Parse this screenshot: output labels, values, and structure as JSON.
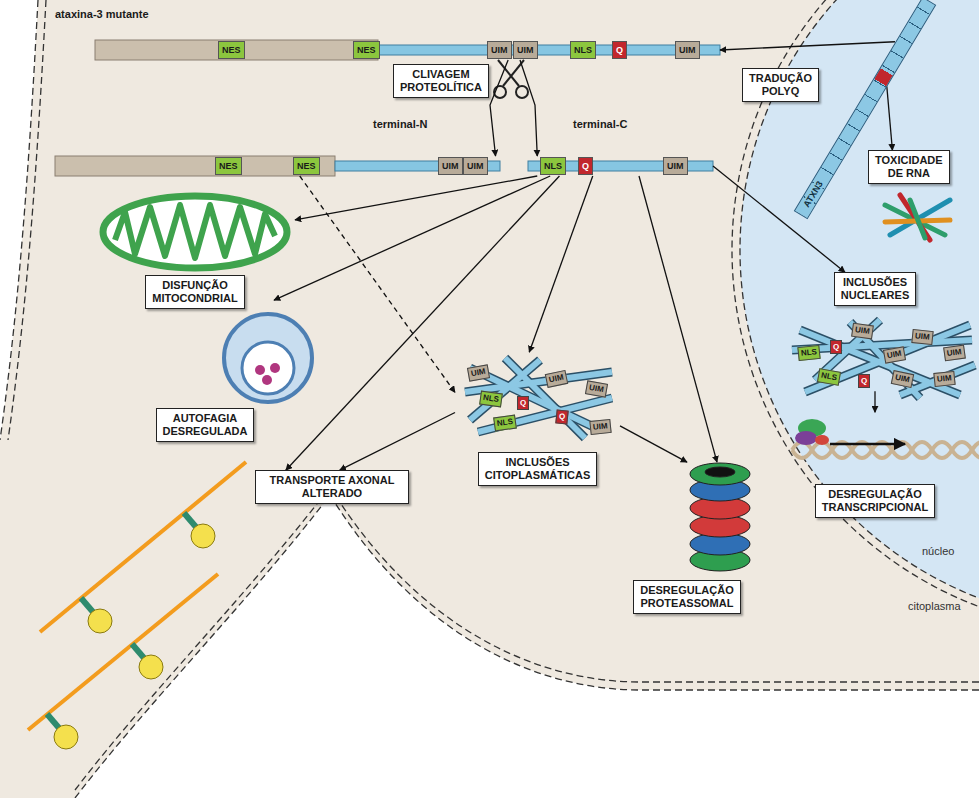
{
  "diagram": {
    "nodes": [
      {
        "text": [
          "ataxina-3 mutante"
        ]
      },
      {
        "text": [
          "NES"
        ],
        "in": 0
      },
      {
        "text": [
          "NES"
        ],
        "in": 0
      },
      {
        "text": [
          "UIM"
        ],
        "in": 0
      },
      {
        "text": [
          "UIM"
        ],
        "in": 0
      },
      {
        "text": [
          "NLS"
        ],
        "in": 0
      },
      {
        "text": [
          "Q"
        ],
        "in": 0
      },
      {
        "text": [
          "UIM"
        ],
        "in": 0
      },
      {
        "text": [
          "TRADUÇÃO POLYQ"
        ]
      },
      {
        "text": [
          "ATXN3"
        ]
      },
      {
        "text": [
          "CLIVAGEM PROTEOLÍTICA"
        ]
      },
      {
        "text": [
          "terminal-N"
        ]
      },
      {
        "text": [
          "NES"
        ],
        "in": 11
      },
      {
        "text": [
          "NES"
        ],
        "in": 11
      },
      {
        "text": [
          "UIM"
        ],
        "in": 11
      },
      {
        "text": [
          "UIM"
        ],
        "in": 11
      },
      {
        "text": [
          "terminal-C"
        ]
      },
      {
        "text": [
          "NLS"
        ],
        "in": 16
      },
      {
        "text": [
          "Q"
        ],
        "in": 16
      },
      {
        "text": [
          "UIM"
        ],
        "in": 16
      },
      {
        "text": [
          "TOXICIDADE DE RNA"
        ]
      },
      {
        "text": [
          "DISFUNÇÃO MITOCONDRIAL"
        ]
      },
      {
        "text": [
          "AUTOFAGIA DESREGULADA"
        ]
      },
      {
        "text": [
          "INCLUSÕES NUCLEARES"
        ]
      },
      {
        "text": [
          "INCLUSÕES CITOPLASMÁTICAS"
        ]
      },
      {
        "text": [
          "TRANSPORTE AXONAL ALTERADO"
        ]
      },
      {
        "text": [
          "DESREGULAÇÃO TRANSCRIPCIONAL"
        ]
      },
      {
        "text": [
          "DESREGULAÇÃO PROTEASSOMAL"
        ]
      }
    ],
    "edges": [
      {
        "from": 9,
        "to": 0,
        "arrow": "to"
      },
      {
        "from": 9,
        "to": 20,
        "arrow": "to"
      },
      {
        "from": 0,
        "to": 11,
        "arrow": "to"
      },
      {
        "from": 0,
        "to": 16,
        "arrow": "to"
      },
      {
        "from": 16,
        "to": 21,
        "arrow": "to"
      },
      {
        "from": 16,
        "to": 22,
        "arrow": "to"
      },
      {
        "from": 16,
        "to": 25,
        "arrow": "to"
      },
      {
        "from": 16,
        "to": 24,
        "arrow": "to"
      },
      {
        "from": 16,
        "to": 27,
        "arrow": "to"
      },
      {
        "from": 16,
        "to": 23,
        "arrow": "to"
      },
      {
        "from": 11,
        "to": 24,
        "arrow": "to"
      },
      {
        "from": 24,
        "to": 25,
        "arrow": "to"
      },
      {
        "from": 24,
        "to": 27,
        "arrow": "to"
      },
      {
        "from": 23,
        "to": 26,
        "arrow": "to"
      }
    ],
    "labels": [
      "núcleo",
      "citoplasma",
      "NLS",
      "Q",
      "UIM",
      "UIM",
      "NLS",
      "Q",
      "UIM",
      "UIM",
      "NLS",
      "Q",
      "UIM",
      "UIM",
      "UIM",
      "UIM",
      "NLS",
      "Q",
      "UIM",
      "UIM"
    ]
  }
}
